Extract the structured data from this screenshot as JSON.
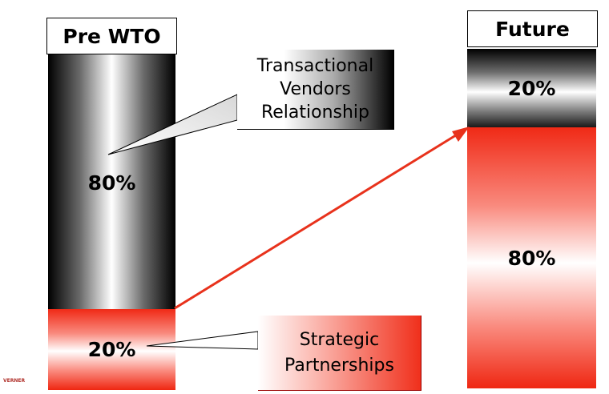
{
  "left_column": {
    "title": "Pre WTO",
    "top_segment_value": "80%",
    "bottom_segment_value": "20%"
  },
  "right_column": {
    "title": "Future",
    "top_segment_value": "20%",
    "bottom_segment_value": "80%"
  },
  "callouts": {
    "transactional": {
      "line1": "Transactional",
      "line2": "Vendors",
      "line3": "Relationship"
    },
    "strategic": {
      "line1": "Strategic",
      "line2": "Partnerships"
    }
  },
  "colors": {
    "arrow": "#e8321c",
    "red": "#f02a16",
    "dark": "#000000"
  },
  "logo": {
    "text": "VERNER"
  }
}
